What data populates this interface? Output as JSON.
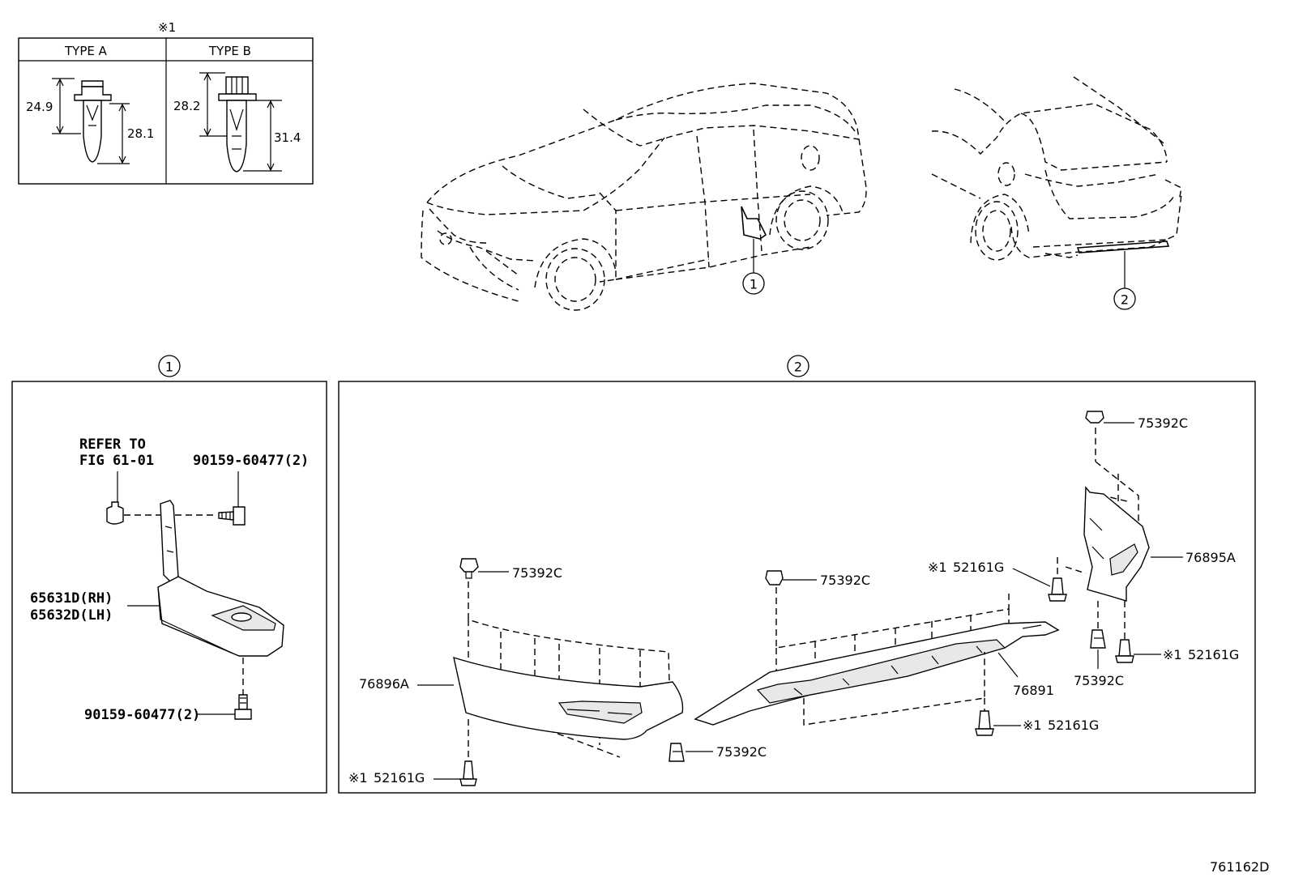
{
  "legend": {
    "note_mark": "※1",
    "type_a": {
      "label": "TYPE A",
      "dim_short": "24.9",
      "dim_long": "28.1"
    },
    "type_b": {
      "label": "TYPE B",
      "dim_short": "28.2",
      "dim_long": "31.4"
    }
  },
  "callouts": {
    "one": "1",
    "two": "2"
  },
  "section1": {
    "refer_line1": "REFER TO",
    "refer_line2": "FIG 61-01",
    "bolt_top": "90159-60477(2)",
    "bolt_bottom": "90159-60477(2)",
    "part_rh": "65631D(RH)",
    "part_lh": "65632D(LH)"
  },
  "section2": {
    "clip_75392c": "75392C",
    "clip_52161g": "52161G",
    "note_mark": "※1",
    "part_76896a": "76896A",
    "part_76891": "76891",
    "part_76895a": "76895A"
  },
  "figure_code": "761162D"
}
